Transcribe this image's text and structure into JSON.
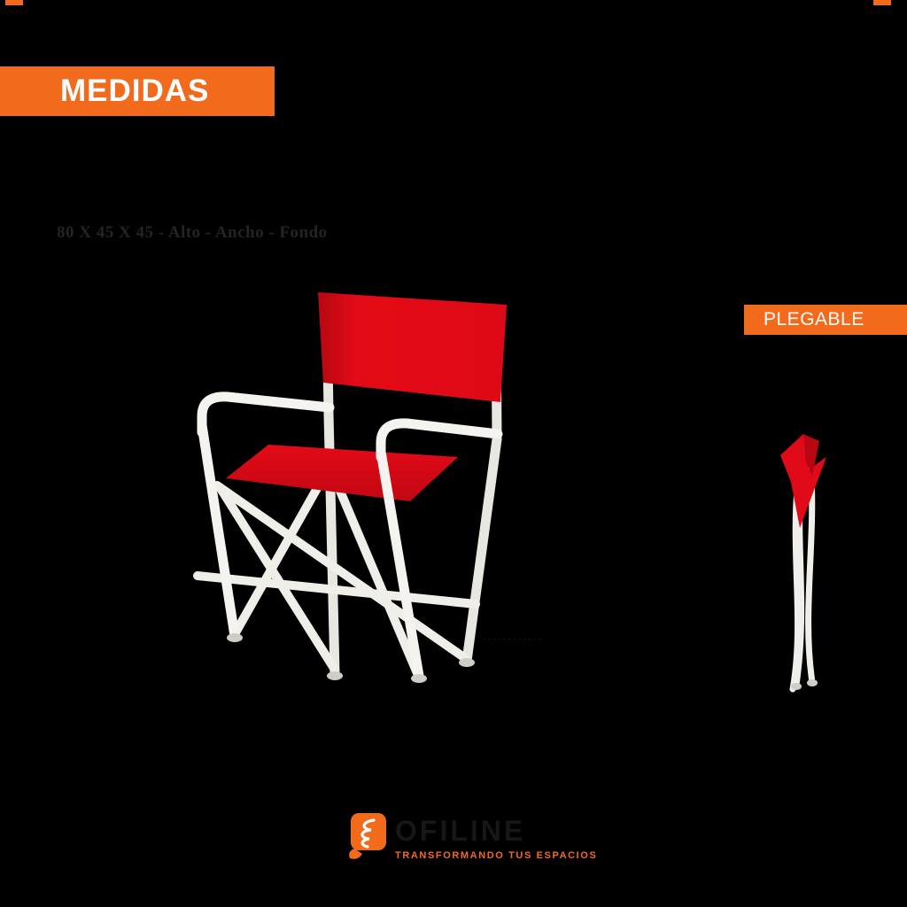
{
  "page": {
    "background_color": "#000000",
    "accent_color": "#f26b1d"
  },
  "banners": {
    "medidas": {
      "label": "MEDIDAS",
      "background_color": "#f26b1d",
      "text_color": "#ffffff"
    },
    "plegable": {
      "label": "PLEGABLE",
      "background_color": "#f26b1d",
      "text_color": "#ffffff"
    }
  },
  "dimensions": {
    "text": "80 X 45 X 45 - Alto - Ancho - Fondo"
  },
  "product": {
    "main_chair": {
      "name": "director-folding-chair",
      "fabric_color": "#e00a18",
      "frame_color": "#f3f2ee"
    },
    "folded_chair": {
      "name": "folded-director-chair",
      "fabric_color": "#e00a18",
      "frame_color": "#f3f2ee"
    }
  },
  "watermark": {
    "text": "············"
  },
  "footer": {
    "brand_name": "OFILINE",
    "tagline": "TRANSFORMANDO TUS ESPACIOS",
    "accent_color": "#f26b1d"
  }
}
